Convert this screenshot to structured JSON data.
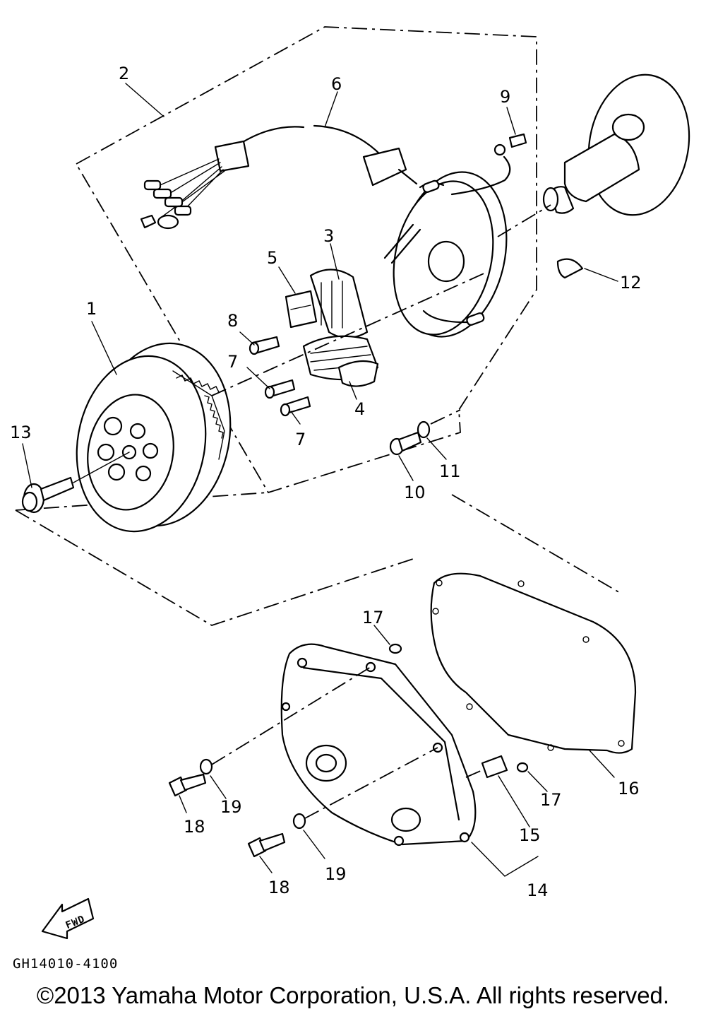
{
  "diagram": {
    "callouts": [
      "1",
      "2",
      "3",
      "4",
      "5",
      "6",
      "7",
      "7",
      "8",
      "9",
      "10",
      "11",
      "12",
      "13",
      "14",
      "15",
      "16",
      "17",
      "17",
      "18",
      "18",
      "19",
      "19"
    ],
    "fwd_label": "FWD",
    "drawing_code": "GH14010-4100"
  },
  "footer": {
    "copyright": "©2013 Yamaha Motor Corporation, U.S.A. All rights reserved."
  }
}
